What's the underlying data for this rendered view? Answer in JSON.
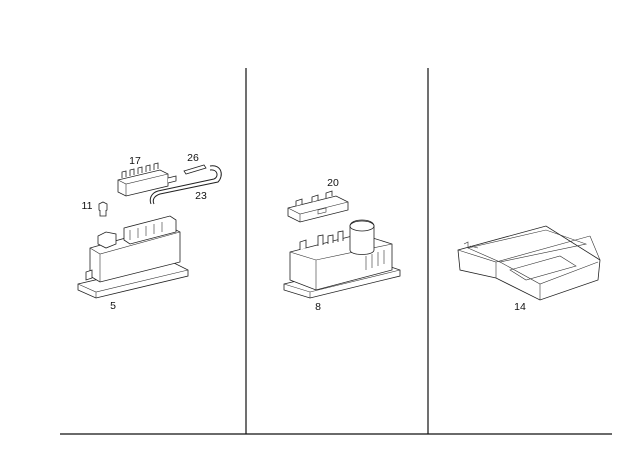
{
  "diagram": {
    "labels": {
      "p5": "5",
      "p11": "11",
      "p17": "17",
      "p26": "26",
      "p23": "23",
      "p20": "20",
      "p8": "8",
      "p14": "14"
    }
  }
}
